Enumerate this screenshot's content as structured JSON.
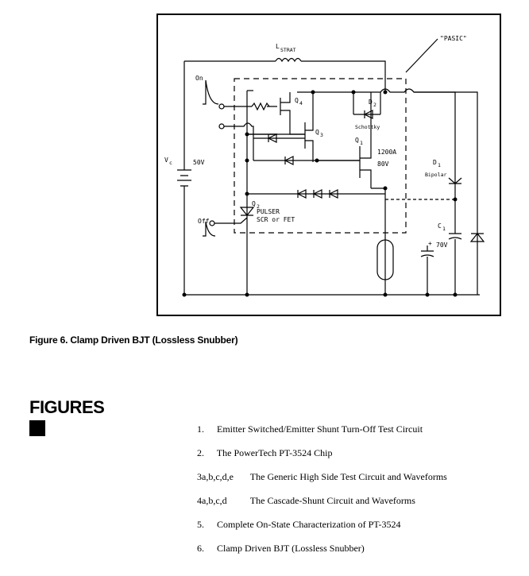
{
  "diagram": {
    "labels": {
      "l_strat": "L",
      "l_strat_sub": "STRAT",
      "pasic": "\"PASIC\"",
      "on": "On",
      "q4": "Q",
      "q4_sub": "4",
      "d2": "D",
      "d2_sub": "2",
      "schottky": "Schottky",
      "q3": "Q",
      "q3_sub": "3",
      "q1": "Q",
      "q1_sub": "1",
      "rating_current": "1200A",
      "rating_voltage": "80V",
      "d1": "D",
      "d1_sub": "1",
      "bipolar": "Bipolar",
      "vc": "V",
      "vc_sub": "c",
      "vc_value": "50V",
      "q2": "Q",
      "q2_sub": "2",
      "pulser": "PULSER",
      "scr_fet": "SCR  or  FET",
      "off": "Off",
      "c1": "C",
      "c1_sub": "1",
      "plus": "+",
      "c1_value": "70V"
    }
  },
  "caption": "Figure 6. Clamp Driven BJT (Lossless Snubber)",
  "section": {
    "title": "FIGURES"
  },
  "figures": [
    {
      "num": "1.",
      "text": "Emitter Switched/Emitter Shunt Turn-Off Test Circuit"
    },
    {
      "num": "2.",
      "text": "The PowerTech PT-3524 Chip"
    },
    {
      "num": "3a,b,c,d,e",
      "text": "The Generic High Side Test Circuit and Waveforms"
    },
    {
      "num": "4a,b,c,d",
      "text": "The Cascade-Shunt Circuit and Waveforms"
    },
    {
      "num": "5.",
      "text": "Complete On-State Characterization of PT-3524"
    },
    {
      "num": "6.",
      "text": "Clamp Driven BJT (Lossless Snubber)"
    }
  ]
}
